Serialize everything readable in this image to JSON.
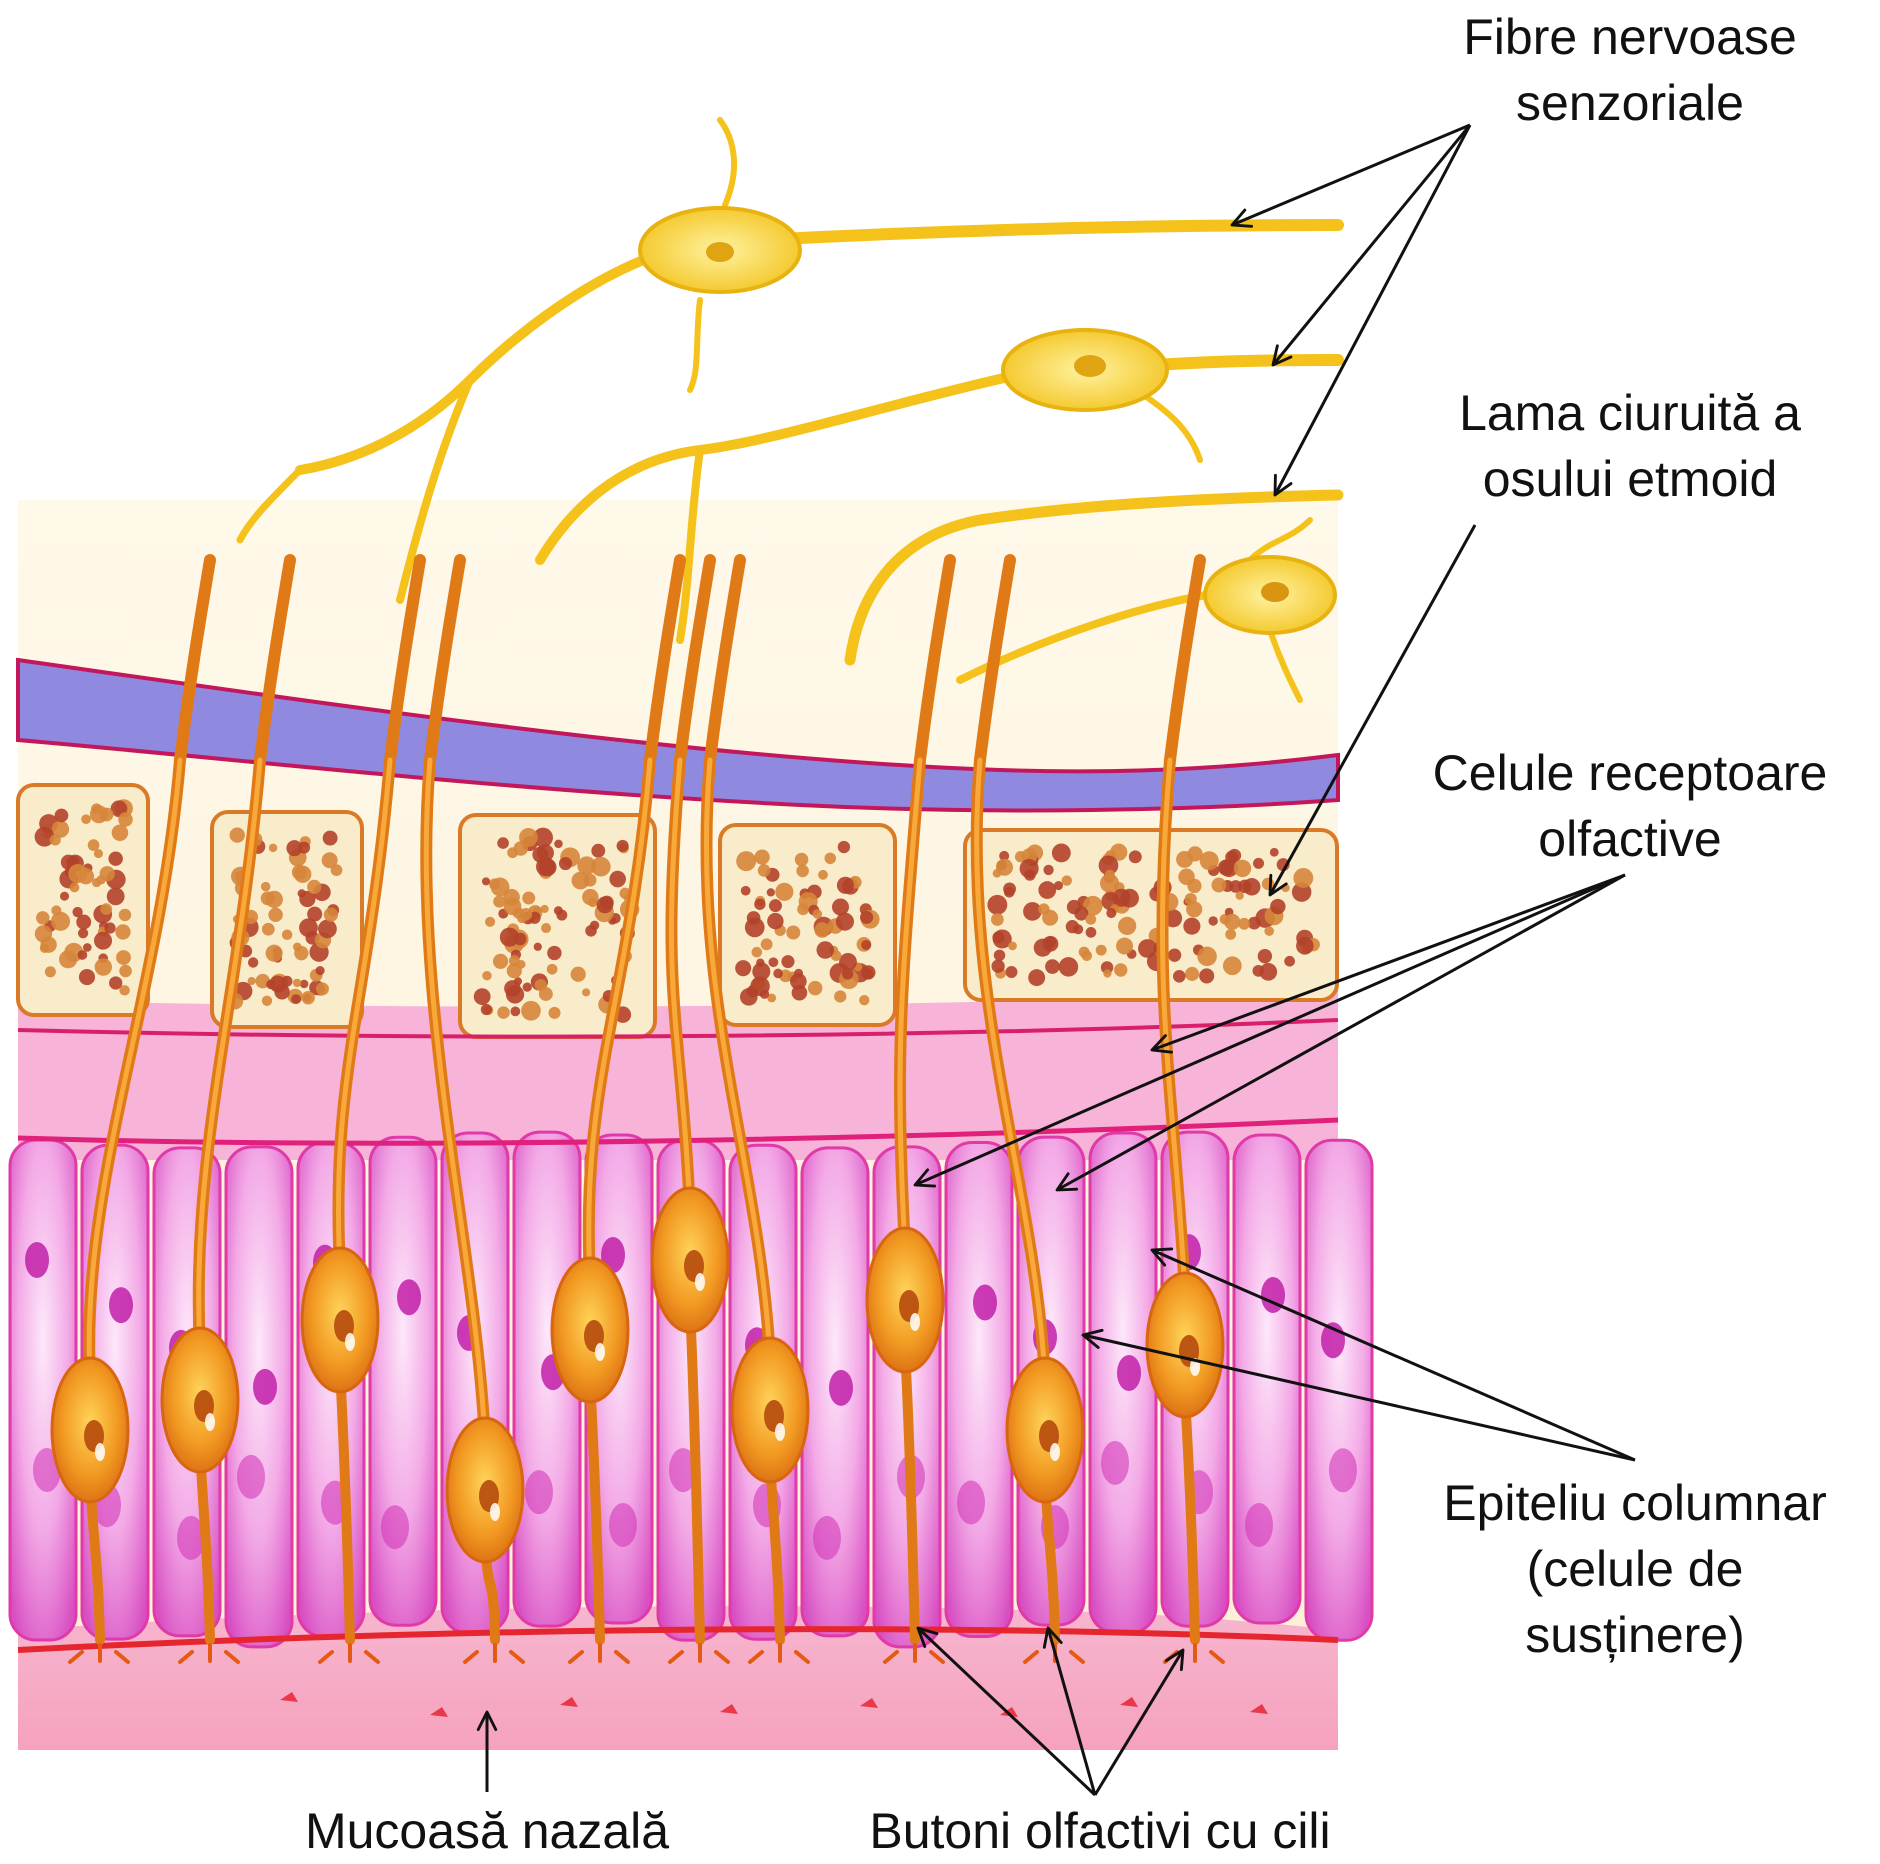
{
  "labels": {
    "sensory_fibers": [
      "Fibre nervoase",
      "senzoriale"
    ],
    "cribriform_plate": [
      "Lama ciuruită a",
      "osului etmoid"
    ],
    "receptor_cells": [
      "Celule receptoare",
      "olfactive"
    ],
    "columnar_epithelium": [
      "Epiteliu columnar",
      "(celule de",
      "susținere)"
    ],
    "nasal_mucosa": "Mucoasă nazală",
    "olfactory_knobs": "Butoni olfactivi cu cili"
  },
  "colors": {
    "nerve_yellow": "#f5c518",
    "receptor_orange": "#e8891a",
    "cell_magenta": "#e055c8",
    "cell_light": "#f6c8ee",
    "bone_membrane": "#8a86d8",
    "bone_fill": "#f7ecc8",
    "bone_spots": "#b7452a",
    "mucosa_pink": "#f4a4c0",
    "arrow": "#111111"
  }
}
